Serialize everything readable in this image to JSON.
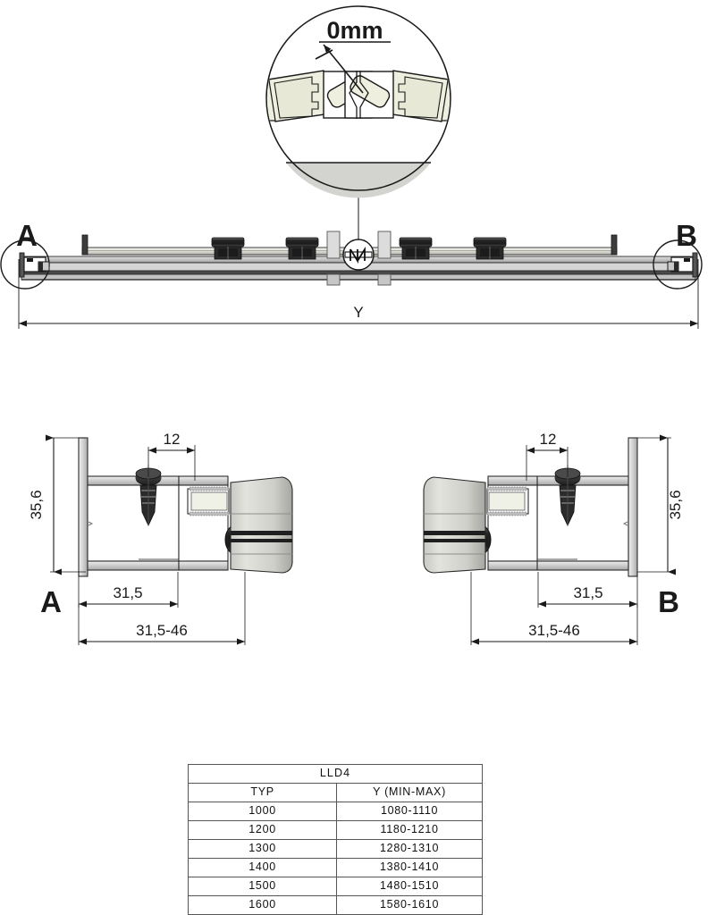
{
  "drawing": {
    "type": "technical-drawing",
    "product_code": "LLD4",
    "detail_callout": {
      "label": "0mm",
      "description": "magnetic-seal-profile-gap-detail"
    },
    "main_view": {
      "left_detail_label": "A",
      "right_detail_label": "B",
      "overall_dimension_label": "Y"
    },
    "detail_view_a": {
      "label": "A",
      "dim_height": "35,6",
      "dim_screw_offset": "12",
      "dim_inner": "31,5",
      "dim_range": "31,5-46"
    },
    "detail_view_b": {
      "label": "B",
      "dim_height": "35,6",
      "dim_screw_offset": "12",
      "dim_inner": "31,5",
      "dim_range": "31,5-46"
    }
  },
  "table": {
    "title": "LLD4",
    "headers": [
      "TYP",
      "Y  (MIN-MAX)"
    ],
    "rows": [
      [
        "1000",
        "1080-1110"
      ],
      [
        "1200",
        "1180-1210"
      ],
      [
        "1300",
        "1280-1310"
      ],
      [
        "1400",
        "1380-1410"
      ],
      [
        "1500",
        "1480-1510"
      ],
      [
        "1600",
        "1580-1610"
      ]
    ]
  },
  "colors": {
    "line": "#1a1a1a",
    "metal_light": "#d9d9d9",
    "metal_mid": "#b8b8b8",
    "metal_dark": "#8a8a8a",
    "seal_fill": "#efefe0",
    "roller_dark": "#2b2b2b",
    "background": "#ffffff"
  }
}
